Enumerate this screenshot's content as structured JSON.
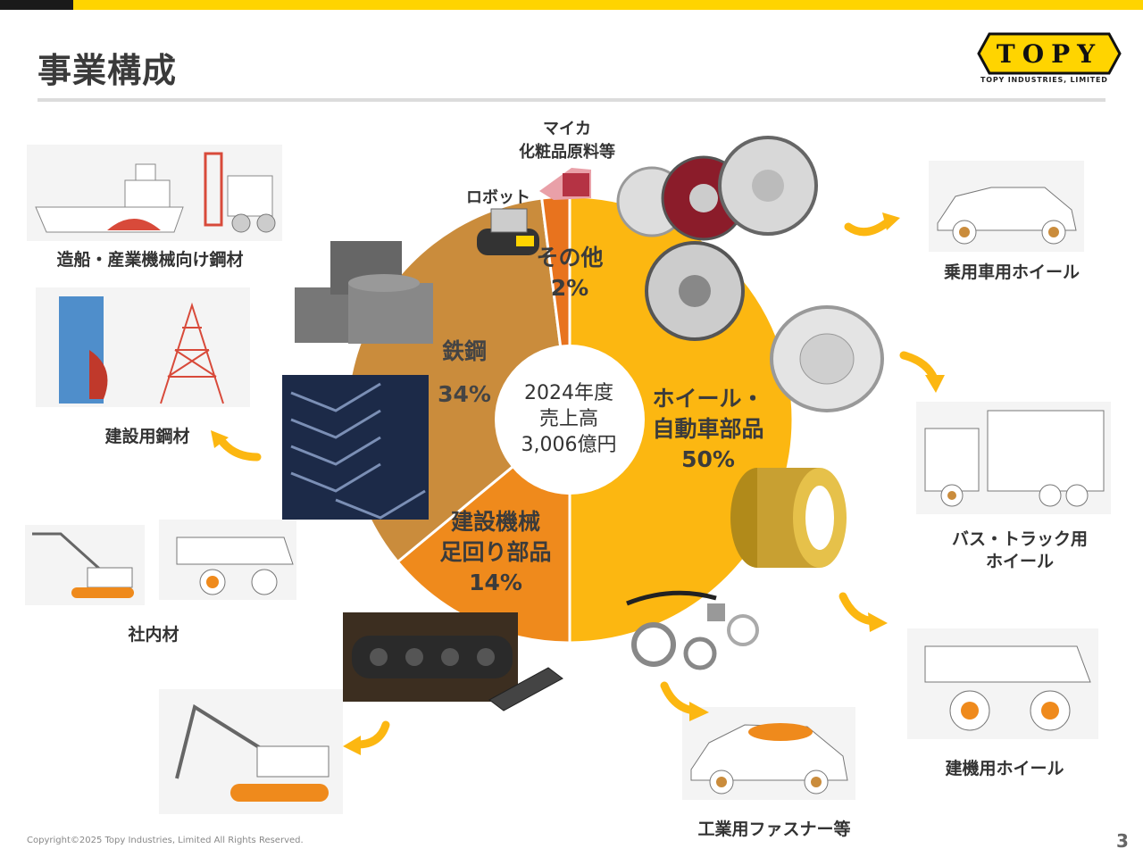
{
  "header": {
    "title": "事業構成",
    "logo_text": "TOPY",
    "logo_subtext": "TOPY INDUSTRIES, LIMITED"
  },
  "chart_data": {
    "type": "pie",
    "center_label": [
      "2024年度",
      "売上高",
      "3,006億円"
    ],
    "slices": [
      {
        "label": [
          "ホイール・",
          "自動車部品"
        ],
        "value": 50,
        "value_label": "50%",
        "color": "#fcb711"
      },
      {
        "label": [
          "建設機械",
          "足回り部品"
        ],
        "value": 14,
        "value_label": "14%",
        "color": "#ef8a1c"
      },
      {
        "label": [
          "鉄鋼"
        ],
        "value": 34,
        "value_label": "34%",
        "color": "#ca8c3c"
      },
      {
        "label": [
          "その他"
        ],
        "value": 2,
        "value_label": "2%",
        "color": "#e8731e"
      }
    ]
  },
  "labels": {
    "mica": [
      "マイカ",
      "化粧品原料等"
    ],
    "robot": "ロボット",
    "shipbuilding": "造船・産業機械向け鋼材",
    "construction_steel": "建設用鋼材",
    "in_house": "社内材",
    "passenger_wheel": "乗用車用ホイール",
    "bus_truck_wheel": [
      "バス・トラック用",
      "ホイール"
    ],
    "construction_wheel": "建機用ホイール",
    "fasteners": "工業用ファスナー等"
  },
  "footer": {
    "copyright": "Copyright©2025 Topy Industries, Limited All Rights Reserved.",
    "page_number": "3"
  },
  "colors": {
    "accent_yellow": "#ffd400",
    "arrow": "#fcb711"
  }
}
